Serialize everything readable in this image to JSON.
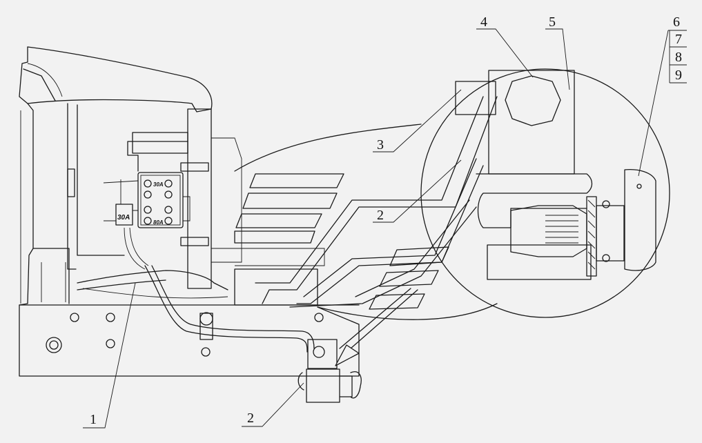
{
  "callouts": {
    "c1": "1",
    "c2a": "2",
    "c2b": "2",
    "c3": "3",
    "c4": "4",
    "c5": "5",
    "c6": "6",
    "c7": "7",
    "c8": "8",
    "c9": "9"
  },
  "fuse_labels": {
    "f30a_small": "30A",
    "f80a": "80A",
    "f30a_big": "30A"
  }
}
